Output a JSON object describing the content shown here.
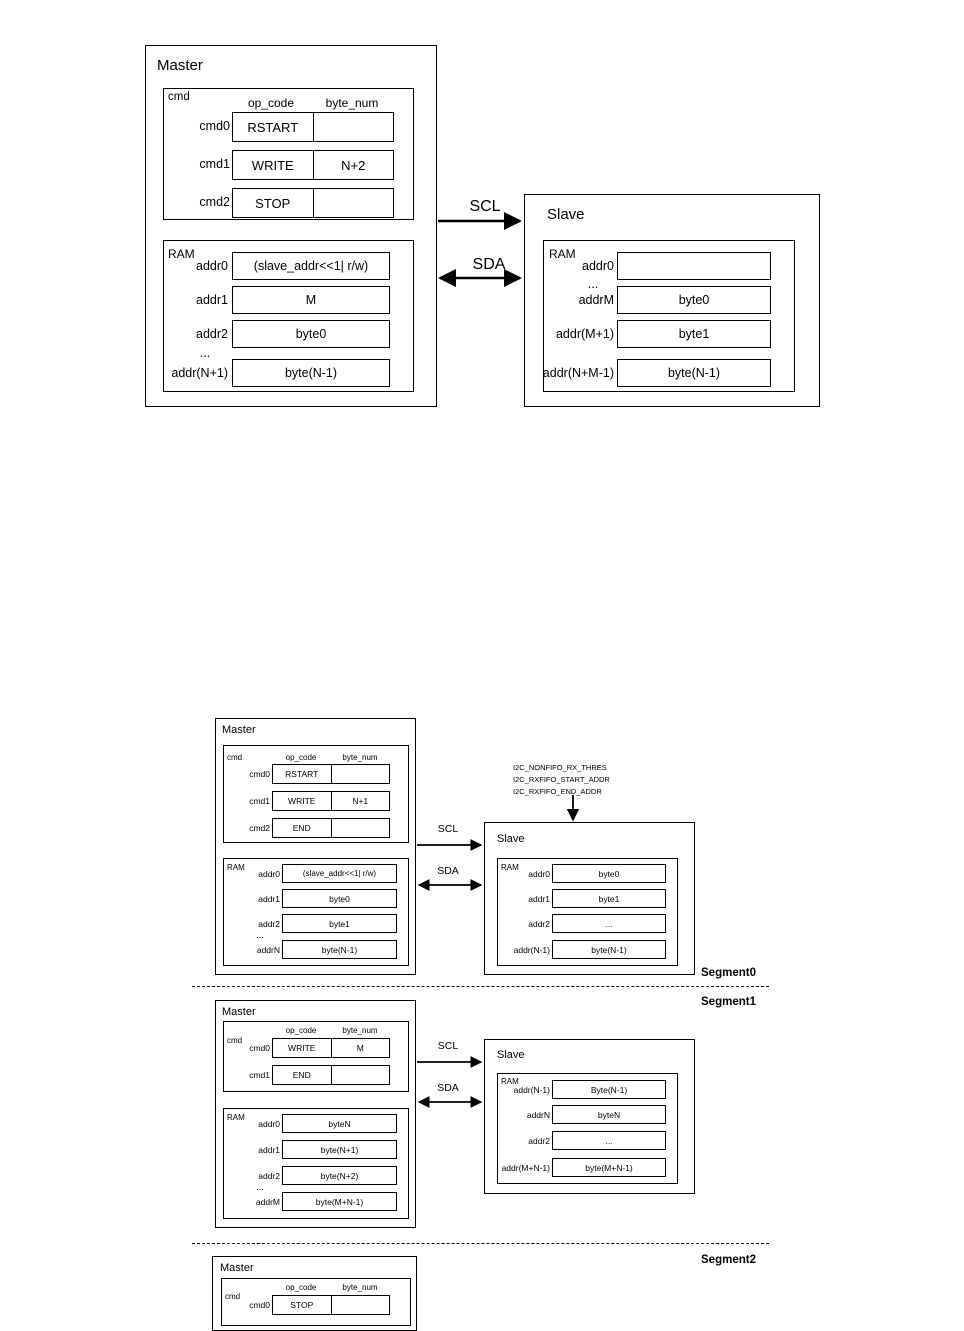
{
  "figure1": {
    "master": {
      "title": "Master",
      "cmd": {
        "group_label": "cmd",
        "col_headers": [
          "op_code",
          "byte_num"
        ],
        "rows": [
          {
            "index_label": "cmd0",
            "op_code": "RSTART",
            "byte_num": ""
          },
          {
            "index_label": "cmd1",
            "op_code": "WRITE",
            "byte_num": "N+2"
          },
          {
            "index_label": "cmd2",
            "op_code": "STOP",
            "byte_num": ""
          }
        ]
      },
      "ram": {
        "group_label": "RAM",
        "rows": [
          {
            "addr": "addr0",
            "value": "(slave_addr<<1| r/w)"
          },
          {
            "addr": "addr1",
            "value": "M"
          },
          {
            "addr": "addr2",
            "value": "byte0"
          },
          {
            "addr": "addr(N+1)",
            "value": "byte(N-1)",
            "ellipsis_before": "..."
          }
        ]
      }
    },
    "slave": {
      "title": "Slave",
      "ram": {
        "group_label": "RAM",
        "rows": [
          {
            "addr": "addr0",
            "value": ""
          },
          {
            "addr": "addrM",
            "value": "byte0",
            "ellipsis_before": "..."
          },
          {
            "addr": "addr(M+1)",
            "value": "byte1"
          },
          {
            "addr": "addr(N+M-1)",
            "value": "byte(N-1)"
          }
        ]
      }
    },
    "bus": {
      "scl_label": "SCL",
      "sda_label": "SDA"
    }
  },
  "figure2": {
    "segment0": {
      "segment_label": "Segment0",
      "master": {
        "title": "Master",
        "cmd": {
          "group_label": "cmd",
          "col_headers": [
            "op_code",
            "byte_num"
          ],
          "rows": [
            {
              "index_label": "cmd0",
              "op_code": "RSTART",
              "byte_num": ""
            },
            {
              "index_label": "cmd1",
              "op_code": "WRITE",
              "byte_num": "N+1"
            },
            {
              "index_label": "cmd2",
              "op_code": "END",
              "byte_num": ""
            }
          ]
        },
        "ram": {
          "group_label": "RAM",
          "rows": [
            {
              "addr": "addr0",
              "value": "(slave_addr<<1| r/w)"
            },
            {
              "addr": "addr1",
              "value": "byte0"
            },
            {
              "addr": "addr2",
              "value": "byte1"
            },
            {
              "addr": "addrN",
              "value": "byte(N-1)",
              "ellipsis_before": "..."
            }
          ]
        }
      },
      "slave": {
        "title": "Slave",
        "ram": {
          "group_label": "RAM",
          "rows": [
            {
              "addr": "addr0",
              "value": "byte0"
            },
            {
              "addr": "addr1",
              "value": "byte1"
            },
            {
              "addr": "addr2",
              "value": "..."
            },
            {
              "addr": "addr(N-1)",
              "value": "byte(N-1)"
            }
          ]
        }
      },
      "annotation": [
        "I2C_NONFIFO_RX_THRES",
        "I2C_RXFIFO_START_ADDR",
        "I2C_RXFIFO_END_ADDR"
      ],
      "bus": {
        "scl_label": "SCL",
        "sda_label": "SDA"
      }
    },
    "segment1": {
      "segment_label": "Segment1",
      "master": {
        "title": "Master",
        "cmd": {
          "group_label": "cmd",
          "col_headers": [
            "op_code",
            "byte_num"
          ],
          "rows": [
            {
              "index_label": "cmd0",
              "op_code": "WRITE",
              "byte_num": "M"
            },
            {
              "index_label": "cmd1",
              "op_code": "END",
              "byte_num": ""
            }
          ]
        },
        "ram": {
          "group_label": "RAM",
          "rows": [
            {
              "addr": "addr0",
              "value": "byteN"
            },
            {
              "addr": "addr1",
              "value": "byte(N+1)"
            },
            {
              "addr": "addr2",
              "value": "byte(N+2)"
            },
            {
              "addr": "addrM",
              "value": "byte(M+N-1)",
              "ellipsis_before": "..."
            }
          ]
        }
      },
      "slave": {
        "title": "Slave",
        "ram": {
          "group_label": "RAM",
          "rows": [
            {
              "addr": "addr(N-1)",
              "value": "Byte(N-1)"
            },
            {
              "addr": "addrN",
              "value": "byteN"
            },
            {
              "addr": "addr2",
              "value": "..."
            },
            {
              "addr": "addr(M+N-1)",
              "value": "byte(M+N-1)"
            }
          ]
        }
      },
      "bus": {
        "scl_label": "SCL",
        "sda_label": "SDA"
      }
    },
    "segment2": {
      "segment_label": "Segment2",
      "master": {
        "title": "Master",
        "cmd": {
          "group_label": "cmd",
          "col_headers": [
            "op_code",
            "byte_num"
          ],
          "rows": [
            {
              "index_label": "cmd0",
              "op_code": "STOP",
              "byte_num": ""
            }
          ]
        }
      }
    }
  }
}
